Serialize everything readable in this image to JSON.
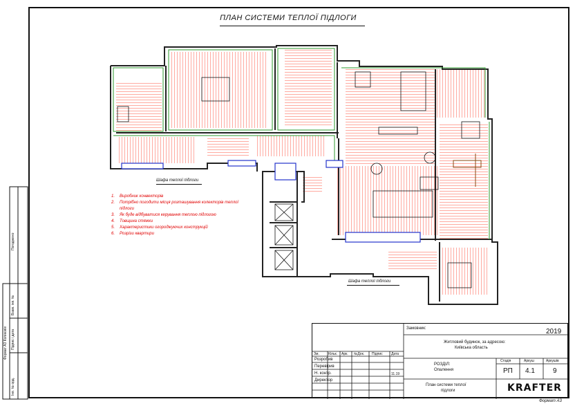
{
  "title": "ПЛАН СИСТЕМИ ТЕПЛОЇ ПІДЛОГИ",
  "notes": [
    {
      "num": "1.",
      "text": "Виробник конвекторів"
    },
    {
      "num": "2.",
      "text": "Потрібно погодити місця розташування колекторів теплої"
    },
    {
      "num": "",
      "text": "підлоги"
    },
    {
      "num": "3.",
      "text": "Як буде відбуватися керування теплою підлогою"
    },
    {
      "num": "4.",
      "text": "Товщина стяжки"
    },
    {
      "num": "5.",
      "text": "Характеристики огороджуючих конструкцій"
    },
    {
      "num": "6.",
      "text": "Розрізи квартири"
    }
  ],
  "callouts": {
    "cabinet1": "Шафа теплої підлоги",
    "cabinet2": "Шафа теплої підлоги"
  },
  "side": {
    "pogodzheno": "Погоджено",
    "inv_podl": "Інв. № орд.",
    "pidpys": "Підпис і дата",
    "vzam": "Взам. інв. №",
    "format_a3": "Формат А3 Копиювів"
  },
  "stamp": {
    "zamovnyk": "Замовник:",
    "year": "2019",
    "object_line1": "Житловий будинок, за адресою:",
    "object_line2": "Київська область",
    "razdil_label": "РОЗДІЛ:",
    "razdil_value": "Опалення",
    "headers": [
      "Зм.",
      "Кільк.",
      "Арк.",
      "№Док.",
      "Підпис",
      "Дата"
    ],
    "roles": [
      "Розробив",
      "Перевірив",
      "Н. контр.",
      "Директор"
    ],
    "date_value": "11.19",
    "stage_header": "Стадія",
    "sheet_header": "Аркуш",
    "sheets_header": "Аркушів",
    "stage_value": "РП",
    "sheet_value": "4.1",
    "sheets_value": "9",
    "drawing_name_line1": "План системи теплої",
    "drawing_name_line2": "підлоги",
    "company": "KRAFTER"
  },
  "format_label": "Формат А3",
  "colors": {
    "pipe": "#ff2a12",
    "wall": "#222222",
    "wall_green": "#2e9a2e",
    "collector_blue": "#2233cc",
    "furniture": "#111111"
  }
}
